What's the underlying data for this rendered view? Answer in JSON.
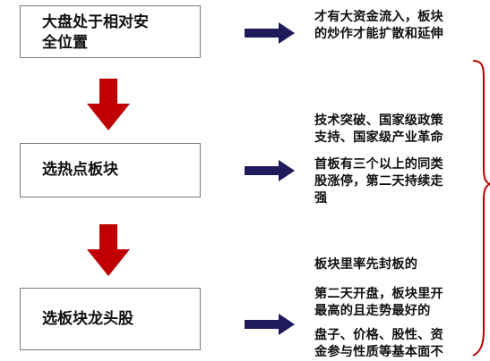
{
  "steps": [
    {
      "label": "大盘处于相对安\n全位置"
    },
    {
      "label": "选热点板块"
    },
    {
      "label": "选板块龙头股"
    }
  ],
  "notes": [
    "才有大资金流入，板块\n的炒作才能扩散和延伸",
    "技术突破、国家级政策\n支持、国家级产业革命",
    "首板有三个以上的同类\n股涨停，第二天持续走\n强",
    "板块里率先封板的",
    "第二天开盘，板块里开\n最高的且走势最好的",
    "盘子、价格、股性、资\n金参与性质等基本面不"
  ],
  "colors": {
    "down_arrow": "#c00000",
    "right_arrow": "#1f1a5c",
    "brace": "#c00000",
    "box_border": "#7a7a7a"
  }
}
